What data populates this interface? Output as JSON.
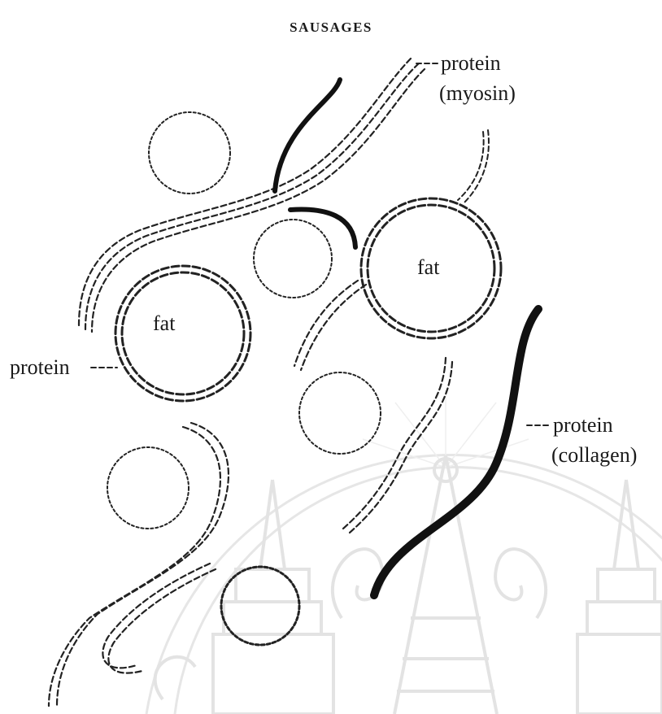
{
  "title": "SAUSAGES",
  "labels": {
    "fat_left": "fat",
    "fat_right": "fat",
    "protein_left": "protein",
    "protein_myosin_line1": "protein",
    "protein_myosin_line2": "(myosin)",
    "protein_collagen_line1": "protein",
    "protein_collagen_line2": "(collagen)"
  },
  "watermark": "university seal (temple spires and ornamental scrolls)"
}
